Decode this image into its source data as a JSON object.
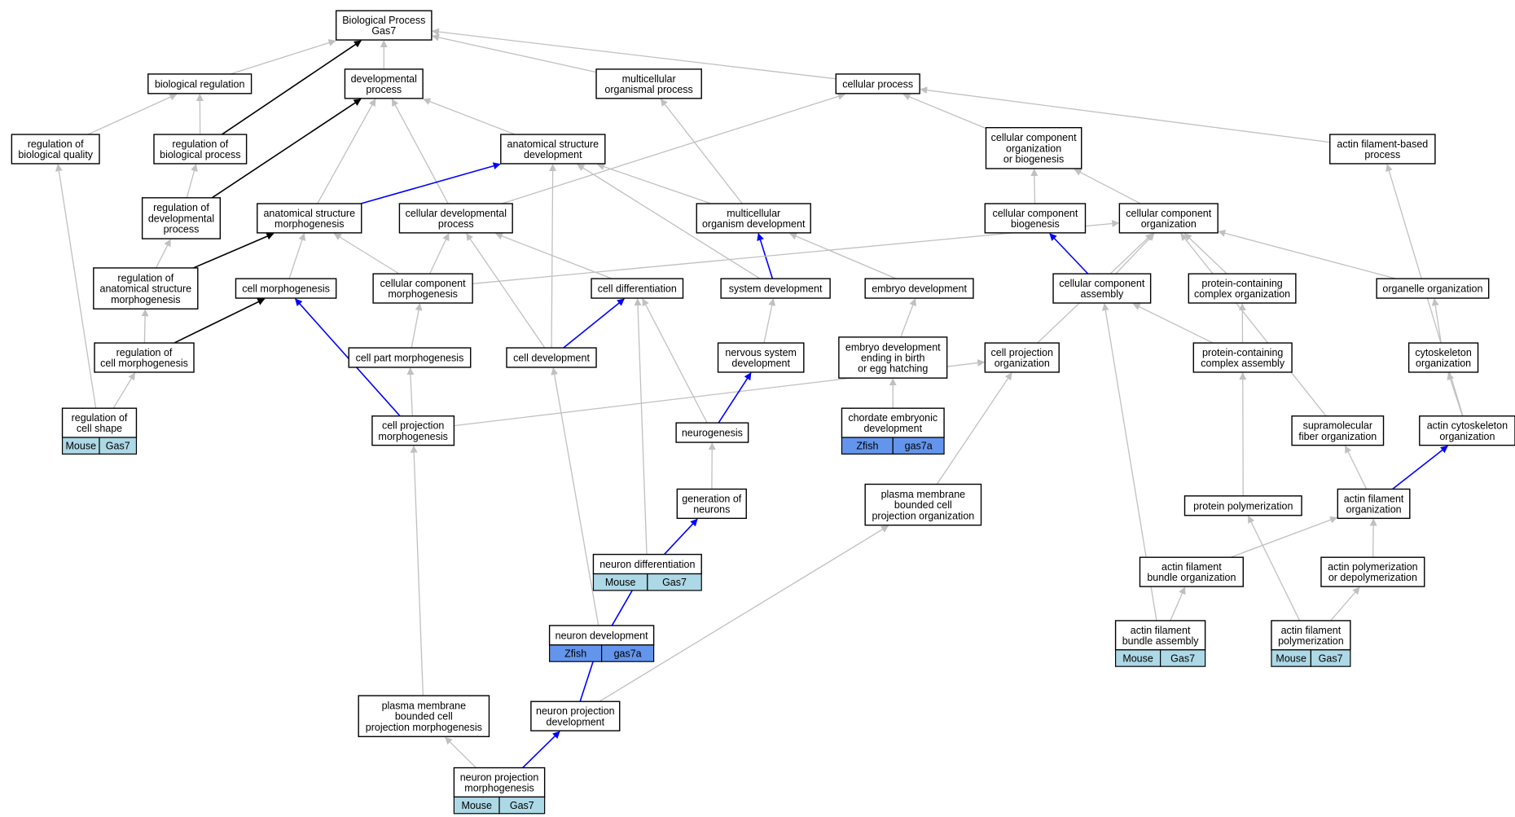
{
  "colors": {
    "edge_default": "#c0c0c0",
    "edge_black": "#000000",
    "edge_blue": "#0000ff",
    "mouse_cell": "#add8e6",
    "zfish_cell": "#6495ed"
  },
  "nodes": {
    "biological_process": [
      "Biological Process",
      "Gas7"
    ],
    "biological_regulation": [
      "biological regulation"
    ],
    "developmental_process": [
      "developmental",
      "process"
    ],
    "multicellular_organismal_process": [
      "multicellular",
      "organismal process"
    ],
    "cellular_process": [
      "cellular process"
    ],
    "regulation_of_biological_quality": [
      "regulation of",
      "biological quality"
    ],
    "regulation_of_biological_process": [
      "regulation of",
      "biological process"
    ],
    "anatomical_structure_development": [
      "anatomical structure",
      "development"
    ],
    "ccob": [
      "cellular component",
      "organization",
      "or biogenesis"
    ],
    "actin_filament_based_process": [
      "actin filament-based",
      "process"
    ],
    "regulation_of_developmental_process": [
      "regulation of",
      "developmental",
      "process"
    ],
    "anatomical_structure_morphogenesis": [
      "anatomical structure",
      "morphogenesis"
    ],
    "cellular_developmental_process": [
      "cellular developmental",
      "process"
    ],
    "multicellular_organism_development": [
      "multicellular",
      "organism development"
    ],
    "cellular_component_biogenesis": [
      "cellular component",
      "biogenesis"
    ],
    "cellular_component_organization": [
      "cellular component",
      "organization"
    ],
    "regulation_of_anatomical_structure_morphogenesis": [
      "regulation of",
      "anatomical structure",
      "morphogenesis"
    ],
    "cell_morphogenesis": [
      "cell morphogenesis"
    ],
    "cellular_component_morphogenesis": [
      "cellular component",
      "morphogenesis"
    ],
    "cell_differentiation": [
      "cell differentiation"
    ],
    "system_development": [
      "system development"
    ],
    "embryo_development": [
      "embryo development"
    ],
    "cellular_component_assembly": [
      "cellular component",
      "assembly"
    ],
    "protein_containing_complex_organization": [
      "protein-containing",
      "complex organization"
    ],
    "organelle_organization": [
      "organelle organization"
    ],
    "regulation_of_cell_morphogenesis": [
      "regulation of",
      "cell morphogenesis"
    ],
    "cell_part_morphogenesis": [
      "cell part morphogenesis"
    ],
    "cell_development": [
      "cell development"
    ],
    "nervous_system_development": [
      "nervous system",
      "development"
    ],
    "embryo_development_ending": [
      "embryo development",
      "ending in birth",
      "or egg hatching"
    ],
    "cell_projection_organization": [
      "cell projection",
      "organization"
    ],
    "protein_containing_complex_assembly": [
      "protein-containing",
      "complex assembly"
    ],
    "cytoskeleton_organization": [
      "cytoskeleton",
      "organization"
    ],
    "regulation_of_cell_shape": [
      "regulation of",
      "cell shape"
    ],
    "cell_projection_morphogenesis": [
      "cell projection",
      "morphogenesis"
    ],
    "neurogenesis": [
      "neurogenesis"
    ],
    "chordate_embryonic_development": [
      "chordate embryonic",
      "development"
    ],
    "supramolecular_fiber_organization": [
      "supramolecular",
      "fiber organization"
    ],
    "actin_cytoskeleton_organization": [
      "actin cytoskeleton",
      "organization"
    ],
    "generation_of_neurons": [
      "generation of",
      "neurons"
    ],
    "pm_bounded_cell_projection_organization": [
      "plasma membrane",
      "bounded cell",
      "projection organization"
    ],
    "protein_polymerization": [
      "protein polymerization"
    ],
    "actin_filament_organization": [
      "actin filament",
      "organization"
    ],
    "neuron_differentiation": [
      "neuron differentiation"
    ],
    "actin_filament_bundle_organization": [
      "actin filament",
      "bundle organization"
    ],
    "actin_polymerization_or_depolymerization": [
      "actin polymerization",
      "or depolymerization"
    ],
    "neuron_development": [
      "neuron development"
    ],
    "actin_filament_bundle_assembly": [
      "actin filament",
      "bundle assembly"
    ],
    "actin_filament_polymerization": [
      "actin filament",
      "polymerization"
    ],
    "pm_bounded_cell_projection_morphogenesis": [
      "plasma membrane",
      "bounded cell",
      "projection morphogenesis"
    ],
    "neuron_projection_development": [
      "neuron projection",
      "development"
    ],
    "neuron_projection_morphogenesis": [
      "neuron projection",
      "morphogenesis"
    ]
  },
  "annotations": {
    "regulation_of_cell_shape": {
      "species": "Mouse",
      "gene": "Gas7"
    },
    "chordate_embryonic_development": {
      "species": "Zfish",
      "gene": "gas7a"
    },
    "neuron_differentiation": {
      "species": "Mouse",
      "gene": "Gas7"
    },
    "neuron_development": {
      "species": "Zfish",
      "gene": "gas7a"
    },
    "actin_filament_bundle_assembly": {
      "species": "Mouse",
      "gene": "Gas7"
    },
    "actin_filament_polymerization": {
      "species": "Mouse",
      "gene": "Gas7"
    },
    "neuron_projection_morphogenesis": {
      "species": "Mouse",
      "gene": "Gas7"
    }
  },
  "edges": [
    {
      "from": "biological_regulation",
      "to": "biological_process",
      "kind": "default"
    },
    {
      "from": "developmental_process",
      "to": "biological_process",
      "kind": "default"
    },
    {
      "from": "multicellular_organismal_process",
      "to": "biological_process",
      "kind": "default"
    },
    {
      "from": "cellular_process",
      "to": "biological_process",
      "kind": "default"
    },
    {
      "from": "regulation_of_biological_process",
      "to": "biological_process",
      "kind": "black"
    },
    {
      "from": "regulation_of_biological_quality",
      "to": "biological_regulation",
      "kind": "default"
    },
    {
      "from": "regulation_of_biological_process",
      "to": "biological_regulation",
      "kind": "default"
    },
    {
      "from": "regulation_of_developmental_process",
      "to": "regulation_of_biological_process",
      "kind": "default"
    },
    {
      "from": "regulation_of_developmental_process",
      "to": "developmental_process",
      "kind": "black"
    },
    {
      "from": "anatomical_structure_development",
      "to": "developmental_process",
      "kind": "default"
    },
    {
      "from": "anatomical_structure_morphogenesis",
      "to": "developmental_process",
      "kind": "default"
    },
    {
      "from": "cellular_developmental_process",
      "to": "developmental_process",
      "kind": "default"
    },
    {
      "from": "cellular_developmental_process",
      "to": "cellular_process",
      "kind": "default"
    },
    {
      "from": "multicellular_organism_development",
      "to": "multicellular_organismal_process",
      "kind": "default"
    },
    {
      "from": "ccob",
      "to": "cellular_process",
      "kind": "default"
    },
    {
      "from": "actin_filament_based_process",
      "to": "cellular_process",
      "kind": "default"
    },
    {
      "from": "anatomical_structure_morphogenesis",
      "to": "anatomical_structure_development",
      "kind": "blue"
    },
    {
      "from": "multicellular_organism_development",
      "to": "anatomical_structure_development",
      "kind": "default"
    },
    {
      "from": "system_development",
      "to": "anatomical_structure_development",
      "kind": "default"
    },
    {
      "from": "cell_development",
      "to": "anatomical_structure_development",
      "kind": "default"
    },
    {
      "from": "regulation_of_anatomical_structure_morphogenesis",
      "to": "regulation_of_developmental_process",
      "kind": "default"
    },
    {
      "from": "regulation_of_anatomical_structure_morphogenesis",
      "to": "anatomical_structure_morphogenesis",
      "kind": "black"
    },
    {
      "from": "cell_morphogenesis",
      "to": "anatomical_structure_morphogenesis",
      "kind": "default"
    },
    {
      "from": "cellular_component_morphogenesis",
      "to": "anatomical_structure_morphogenesis",
      "kind": "default"
    },
    {
      "from": "cellular_component_morphogenesis",
      "to": "cellular_developmental_process",
      "kind": "default"
    },
    {
      "from": "cell_differentiation",
      "to": "cellular_developmental_process",
      "kind": "default"
    },
    {
      "from": "cell_development",
      "to": "cellular_developmental_process",
      "kind": "default"
    },
    {
      "from": "system_development",
      "to": "multicellular_organism_development",
      "kind": "blue"
    },
    {
      "from": "embryo_development",
      "to": "multicellular_organism_development",
      "kind": "default"
    },
    {
      "from": "cellular_component_biogenesis",
      "to": "ccob",
      "kind": "default"
    },
    {
      "from": "cellular_component_organization",
      "to": "ccob",
      "kind": "default"
    },
    {
      "from": "cellular_component_assembly",
      "to": "cellular_component_biogenesis",
      "kind": "blue"
    },
    {
      "from": "cellular_component_assembly",
      "to": "cellular_component_organization",
      "kind": "default"
    },
    {
      "from": "protein_containing_complex_organization",
      "to": "cellular_component_organization",
      "kind": "default"
    },
    {
      "from": "organelle_organization",
      "to": "cellular_component_organization",
      "kind": "default"
    },
    {
      "from": "cellular_component_morphogenesis",
      "to": "cellular_component_organization",
      "kind": "default"
    },
    {
      "from": "cell_projection_organization",
      "to": "cellular_component_organization",
      "kind": "default"
    },
    {
      "from": "supramolecular_fiber_organization",
      "to": "cellular_component_organization",
      "kind": "default"
    },
    {
      "from": "regulation_of_cell_morphogenesis",
      "to": "regulation_of_anatomical_structure_morphogenesis",
      "kind": "default"
    },
    {
      "from": "regulation_of_cell_morphogenesis",
      "to": "cell_morphogenesis",
      "kind": "black"
    },
    {
      "from": "cell_part_morphogenesis",
      "to": "cellular_component_morphogenesis",
      "kind": "default"
    },
    {
      "from": "cell_development",
      "to": "cell_differentiation",
      "kind": "blue"
    },
    {
      "from": "neurogenesis",
      "to": "cell_differentiation",
      "kind": "default"
    },
    {
      "from": "neuron_differentiation",
      "to": "cell_differentiation",
      "kind": "default"
    },
    {
      "from": "nervous_system_development",
      "to": "system_development",
      "kind": "default"
    },
    {
      "from": "embryo_development_ending",
      "to": "embryo_development",
      "kind": "default"
    },
    {
      "from": "protein_containing_complex_assembly",
      "to": "cellular_component_assembly",
      "kind": "default"
    },
    {
      "from": "protein_containing_complex_assembly",
      "to": "protein_containing_complex_organization",
      "kind": "default"
    },
    {
      "from": "cytoskeleton_organization",
      "to": "organelle_organization",
      "kind": "default"
    },
    {
      "from": "regulation_of_cell_shape",
      "to": "regulation_of_biological_quality",
      "kind": "default"
    },
    {
      "from": "regulation_of_cell_shape",
      "to": "regulation_of_cell_morphogenesis",
      "kind": "default"
    },
    {
      "from": "cell_projection_morphogenesis",
      "to": "cell_morphogenesis",
      "kind": "blue"
    },
    {
      "from": "cell_projection_morphogenesis",
      "to": "cell_part_morphogenesis",
      "kind": "default"
    },
    {
      "from": "cell_projection_morphogenesis",
      "to": "cell_projection_organization",
      "kind": "default"
    },
    {
      "from": "neurogenesis",
      "to": "nervous_system_development",
      "kind": "blue"
    },
    {
      "from": "chordate_embryonic_development",
      "to": "embryo_development_ending",
      "kind": "default"
    },
    {
      "from": "actin_cytoskeleton_organization",
      "to": "cytoskeleton_organization",
      "kind": "default"
    },
    {
      "from": "actin_cytoskeleton_organization",
      "to": "actin_filament_based_process",
      "kind": "default"
    },
    {
      "from": "generation_of_neurons",
      "to": "neurogenesis",
      "kind": "default"
    },
    {
      "from": "pm_bounded_cell_projection_organization",
      "to": "cell_projection_organization",
      "kind": "default"
    },
    {
      "from": "protein_polymerization",
      "to": "protein_containing_complex_assembly",
      "kind": "default"
    },
    {
      "from": "actin_filament_organization",
      "to": "supramolecular_fiber_organization",
      "kind": "default"
    },
    {
      "from": "actin_filament_organization",
      "to": "actin_cytoskeleton_organization",
      "kind": "blue"
    },
    {
      "from": "neuron_differentiation",
      "to": "generation_of_neurons",
      "kind": "blue"
    },
    {
      "from": "actin_filament_bundle_organization",
      "to": "actin_filament_organization",
      "kind": "default"
    },
    {
      "from": "actin_polymerization_or_depolymerization",
      "to": "actin_filament_organization",
      "kind": "default"
    },
    {
      "from": "neuron_development",
      "to": "neuron_differentiation",
      "kind": "blue"
    },
    {
      "from": "neuron_development",
      "to": "cell_development",
      "kind": "default"
    },
    {
      "from": "actin_filament_bundle_assembly",
      "to": "actin_filament_bundle_organization",
      "kind": "default"
    },
    {
      "from": "actin_filament_bundle_assembly",
      "to": "cellular_component_assembly",
      "kind": "default"
    },
    {
      "from": "actin_filament_polymerization",
      "to": "actin_polymerization_or_depolymerization",
      "kind": "default"
    },
    {
      "from": "actin_filament_polymerization",
      "to": "protein_polymerization",
      "kind": "default"
    },
    {
      "from": "pm_bounded_cell_projection_morphogenesis",
      "to": "cell_projection_morphogenesis",
      "kind": "default"
    },
    {
      "from": "neuron_projection_development",
      "to": "neuron_development",
      "kind": "blue"
    },
    {
      "from": "neuron_projection_development",
      "to": "pm_bounded_cell_projection_organization",
      "kind": "default"
    },
    {
      "from": "neuron_projection_morphogenesis",
      "to": "neuron_projection_development",
      "kind": "blue"
    },
    {
      "from": "neuron_projection_morphogenesis",
      "to": "pm_bounded_cell_projection_morphogenesis",
      "kind": "default"
    }
  ]
}
